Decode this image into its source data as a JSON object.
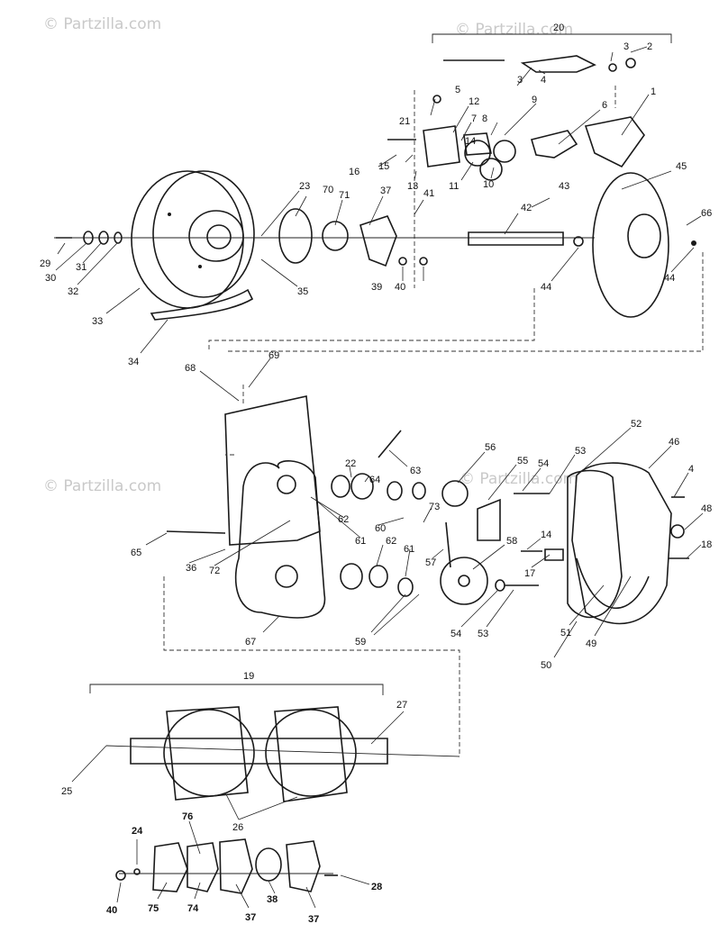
{
  "watermark": "© Partzilla.com",
  "callouts": [
    "20",
    "3",
    "2",
    "5",
    "3",
    "4",
    "1",
    "6",
    "9",
    "12",
    "7",
    "8",
    "21",
    "16",
    "15",
    "13",
    "11",
    "10",
    "14",
    "23",
    "70",
    "71",
    "37",
    "41",
    "43",
    "42",
    "45",
    "66",
    "29",
    "30",
    "31",
    "32",
    "33",
    "34",
    "35",
    "39",
    "40",
    "44",
    "68",
    "69",
    "22",
    "64",
    "63",
    "56",
    "55",
    "54",
    "53",
    "52",
    "46",
    "4",
    "48",
    "18",
    "62",
    "60",
    "73",
    "61",
    "65",
    "36",
    "72",
    "62",
    "61",
    "57",
    "58",
    "14",
    "17",
    "59",
    "54",
    "53",
    "51",
    "49",
    "50",
    "67",
    "19",
    "27",
    "25",
    "26",
    "24",
    "76",
    "40",
    "75",
    "74",
    "37",
    "38",
    "37",
    "28"
  ]
}
